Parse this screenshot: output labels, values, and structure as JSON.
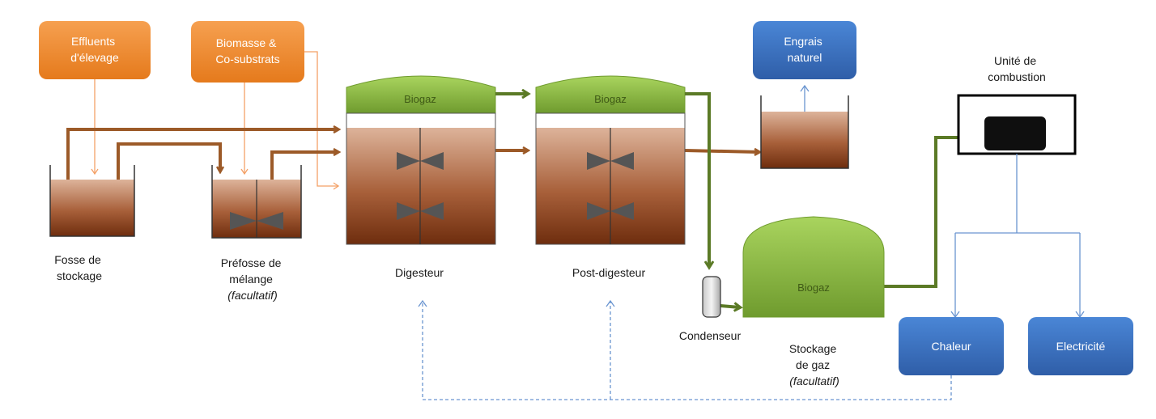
{
  "inputs": {
    "effluents": [
      "Effluents",
      "d'élevage"
    ],
    "biomasse": [
      "Biomasse &",
      "Co-substrats"
    ]
  },
  "outputs": {
    "engrais": [
      "Engrais",
      "naturel"
    ],
    "chaleur": "Chaleur",
    "electricite": "Electricité"
  },
  "tanks": {
    "fosse": [
      "Fosse de",
      "stockage"
    ],
    "prefosse": [
      "Préfosse de",
      "mélange"
    ],
    "prefosse_note": "(facultatif)",
    "digesteur": "Digesteur",
    "post_digesteur": "Post-digesteur"
  },
  "biogaz_label": "Biogaz",
  "condenseur": "Condenseur",
  "stockage_gaz": [
    "Stockage",
    "de gaz"
  ],
  "stockage_note": "(facultatif)",
  "combustion": [
    "Unité de",
    "combustion"
  ],
  "colors": {
    "orange": "#f08a2b",
    "blue": "#3b72c0",
    "green": "#8cbf45",
    "dark_green": "#5b7a26",
    "brown": "#9c5a28",
    "slurry_top": "#d9ad92",
    "slurry_bottom": "#7a3513"
  }
}
